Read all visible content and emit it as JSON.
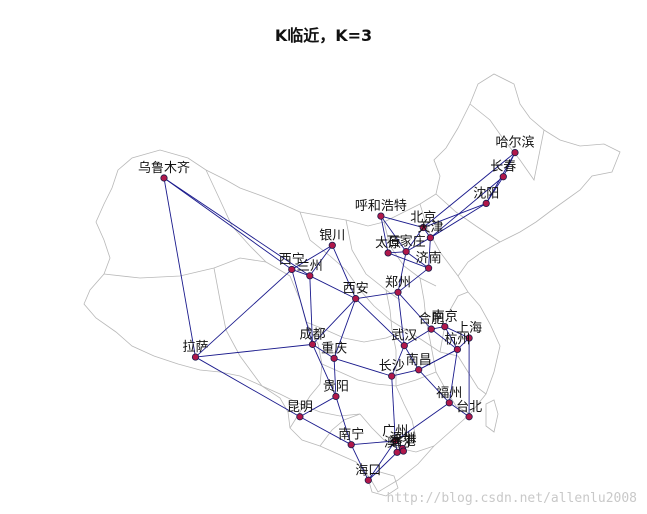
{
  "title": "K临近，K=3",
  "watermark": "http://blog.csdn.net/allenlu2008",
  "colors": {
    "edge": "#1a1a8c",
    "node_fill": "#b0184a",
    "node_stroke": "#1a1a4a",
    "outline": "#b8b8b8"
  },
  "cities": [
    {
      "id": "haerbin",
      "name": "哈尔滨",
      "lon": 126.6,
      "lat": 45.8
    },
    {
      "id": "changchun",
      "name": "长春",
      "lon": 125.3,
      "lat": 43.9
    },
    {
      "id": "shenyang",
      "name": "沈阳",
      "lon": 123.4,
      "lat": 41.8
    },
    {
      "id": "wulumuqi",
      "name": "乌鲁木齐",
      "lon": 87.6,
      "lat": 43.8
    },
    {
      "id": "huhehaote",
      "name": "呼和浩特",
      "lon": 111.7,
      "lat": 40.8
    },
    {
      "id": "beijing",
      "name": "北京",
      "lon": 116.4,
      "lat": 39.9
    },
    {
      "id": "tianjin",
      "name": "天津",
      "lon": 117.2,
      "lat": 39.1
    },
    {
      "id": "taiyuan",
      "name": "太原",
      "lon": 112.5,
      "lat": 37.9
    },
    {
      "id": "shijiazhuang",
      "name": "石家庄",
      "lon": 114.5,
      "lat": 38.0
    },
    {
      "id": "jinan",
      "name": "济南",
      "lon": 117.0,
      "lat": 36.7
    },
    {
      "id": "yinchuan",
      "name": "银川",
      "lon": 106.3,
      "lat": 38.5
    },
    {
      "id": "xining",
      "name": "西宁",
      "lon": 101.8,
      "lat": 36.6
    },
    {
      "id": "lanzhou",
      "name": "兰州",
      "lon": 103.8,
      "lat": 36.1
    },
    {
      "id": "xian",
      "name": "西安",
      "lon": 108.9,
      "lat": 34.3
    },
    {
      "id": "zhengzhou",
      "name": "郑州",
      "lon": 113.6,
      "lat": 34.8
    },
    {
      "id": "hefei",
      "name": "合肥",
      "lon": 117.3,
      "lat": 31.9
    },
    {
      "id": "nanjing",
      "name": "南京",
      "lon": 118.8,
      "lat": 32.1
    },
    {
      "id": "shanghai",
      "name": "上海",
      "lon": 121.5,
      "lat": 31.2
    },
    {
      "id": "hangzhou",
      "name": "杭州",
      "lon": 120.2,
      "lat": 30.3
    },
    {
      "id": "wuhan",
      "name": "武汉",
      "lon": 114.3,
      "lat": 30.6
    },
    {
      "id": "chengdu",
      "name": "成都",
      "lon": 104.1,
      "lat": 30.7
    },
    {
      "id": "chongqing",
      "name": "重庆",
      "lon": 106.5,
      "lat": 29.6
    },
    {
      "id": "lasa",
      "name": "拉萨",
      "lon": 91.1,
      "lat": 29.7
    },
    {
      "id": "changsha",
      "name": "长沙",
      "lon": 112.9,
      "lat": 28.2
    },
    {
      "id": "nanchang",
      "name": "南昌",
      "lon": 115.9,
      "lat": 28.7
    },
    {
      "id": "guiyang",
      "name": "贵阳",
      "lon": 106.7,
      "lat": 26.6
    },
    {
      "id": "fuzhou",
      "name": "福州",
      "lon": 119.3,
      "lat": 26.1
    },
    {
      "id": "taibei",
      "name": "台北",
      "lon": 121.5,
      "lat": 25.0
    },
    {
      "id": "kunming",
      "name": "昆明",
      "lon": 102.7,
      "lat": 25.0
    },
    {
      "id": "nanning",
      "name": "南宁",
      "lon": 108.4,
      "lat": 22.8
    },
    {
      "id": "guangzhou",
      "name": "广州",
      "lon": 113.3,
      "lat": 23.1
    },
    {
      "id": "shenzhen",
      "name": "深圳",
      "lon": 114.1,
      "lat": 22.5
    },
    {
      "id": "xianggang",
      "name": "香港",
      "lon": 114.2,
      "lat": 22.3
    },
    {
      "id": "aomen",
      "name": "澳门",
      "lon": 113.5,
      "lat": 22.2
    },
    {
      "id": "haikou",
      "name": "海口",
      "lon": 110.3,
      "lat": 20.0
    }
  ],
  "edges": [
    [
      "haerbin",
      "changchun"
    ],
    [
      "haerbin",
      "shenyang"
    ],
    [
      "haerbin",
      "beijing"
    ],
    [
      "changchun",
      "shenyang"
    ],
    [
      "changchun",
      "tianjin"
    ],
    [
      "shenyang",
      "beijing"
    ],
    [
      "shenyang",
      "tianjin"
    ],
    [
      "wulumuqi",
      "xining"
    ],
    [
      "wulumuqi",
      "lanzhou"
    ],
    [
      "wulumuqi",
      "lasa"
    ],
    [
      "huhehaote",
      "beijing"
    ],
    [
      "huhehaote",
      "taiyuan"
    ],
    [
      "huhehaote",
      "shijiazhuang"
    ],
    [
      "beijing",
      "tianjin"
    ],
    [
      "beijing",
      "shijiazhuang"
    ],
    [
      "tianjin",
      "jinan"
    ],
    [
      "tianjin",
      "shijiazhuang"
    ],
    [
      "taiyuan",
      "shijiazhuang"
    ],
    [
      "taiyuan",
      "jinan"
    ],
    [
      "shijiazhuang",
      "jinan"
    ],
    [
      "shijiazhuang",
      "zhengzhou"
    ],
    [
      "jinan",
      "zhengzhou"
    ],
    [
      "yinchuan",
      "lanzhou"
    ],
    [
      "yinchuan",
      "xining"
    ],
    [
      "yinchuan",
      "xian"
    ],
    [
      "xining",
      "lanzhou"
    ],
    [
      "xining",
      "chengdu"
    ],
    [
      "xining",
      "lasa"
    ],
    [
      "lanzhou",
      "xian"
    ],
    [
      "lanzhou",
      "chengdu"
    ],
    [
      "xian",
      "zhengzhou"
    ],
    [
      "xian",
      "chengdu"
    ],
    [
      "xian",
      "chongqing"
    ],
    [
      "xian",
      "wuhan"
    ],
    [
      "zhengzhou",
      "hefei"
    ],
    [
      "zhengzhou",
      "wuhan"
    ],
    [
      "hefei",
      "nanjing"
    ],
    [
      "hefei",
      "hangzhou"
    ],
    [
      "hefei",
      "wuhan"
    ],
    [
      "nanjing",
      "shanghai"
    ],
    [
      "nanjing",
      "hangzhou"
    ],
    [
      "shanghai",
      "hangzhou"
    ],
    [
      "shanghai",
      "taibei"
    ],
    [
      "hangzhou",
      "nanchang"
    ],
    [
      "hangzhou",
      "fuzhou"
    ],
    [
      "wuhan",
      "changsha"
    ],
    [
      "wuhan",
      "nanchang"
    ],
    [
      "chengdu",
      "chongqing"
    ],
    [
      "chengdu",
      "guiyang"
    ],
    [
      "chengdu",
      "lasa"
    ],
    [
      "chongqing",
      "guiyang"
    ],
    [
      "chongqing",
      "changsha"
    ],
    [
      "lasa",
      "kunming"
    ],
    [
      "changsha",
      "nanchang"
    ],
    [
      "changsha",
      "guangzhou"
    ],
    [
      "nanchang",
      "fuzhou"
    ],
    [
      "nanchang",
      "hangzhou"
    ],
    [
      "guiyang",
      "kunming"
    ],
    [
      "guiyang",
      "nanning"
    ],
    [
      "fuzhou",
      "taibei"
    ],
    [
      "fuzhou",
      "guangzhou"
    ],
    [
      "kunming",
      "nanning"
    ],
    [
      "nanning",
      "guangzhou"
    ],
    [
      "nanning",
      "haikou"
    ],
    [
      "guangzhou",
      "shenzhen"
    ],
    [
      "guangzhou",
      "aomen"
    ],
    [
      "shenzhen",
      "xianggang"
    ],
    [
      "shenzhen",
      "aomen"
    ],
    [
      "xianggang",
      "aomen"
    ],
    [
      "haikou",
      "aomen"
    ],
    [
      "haikou",
      "guangzhou"
    ]
  ]
}
